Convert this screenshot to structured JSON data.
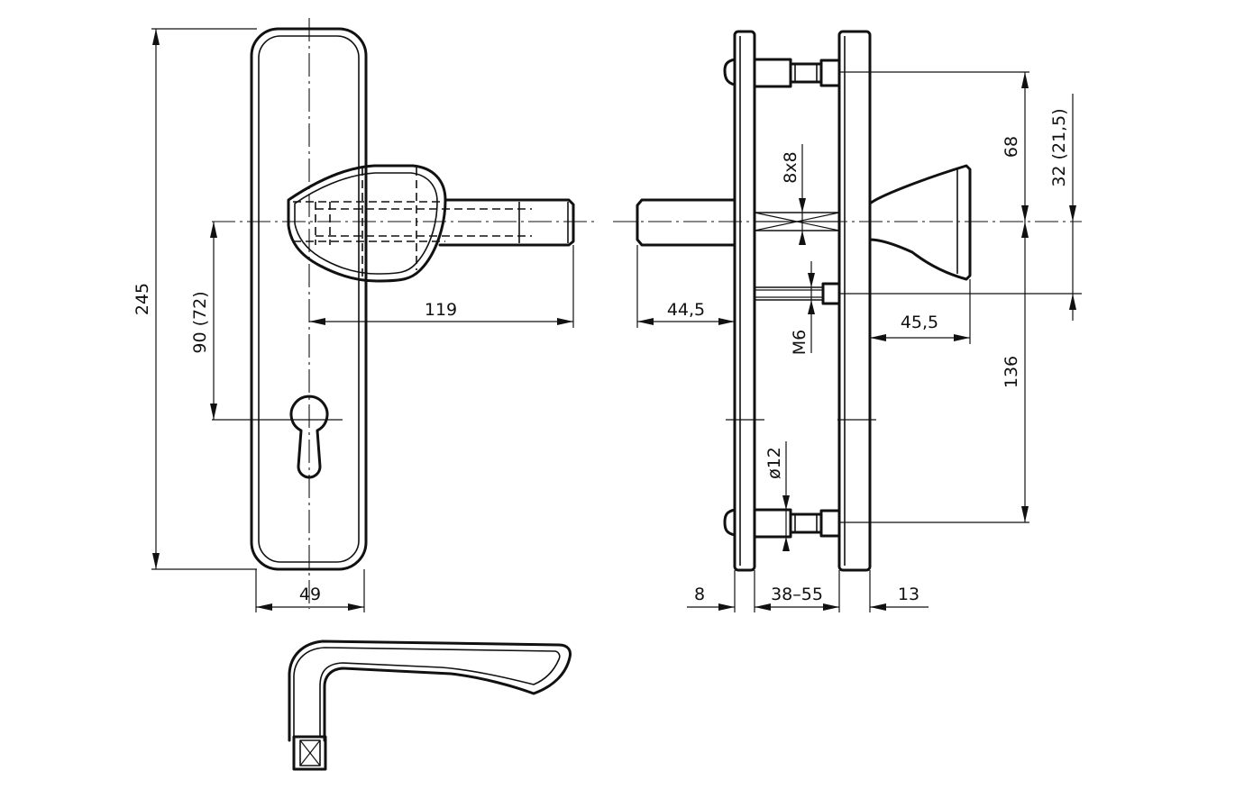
{
  "dimensions": {
    "plate_height": "245",
    "handle_height": "90 (72)",
    "lever_length": "119",
    "plate_width": "49",
    "spindle_projection": "44,5",
    "square_spindle": "8x8",
    "screw_thread": "M6",
    "knob_projection": "45,5",
    "upper_screw_offset": "68",
    "knob_offset": "32 (21,5)",
    "lower_screw_offset": "136",
    "screw_diameter": "ø12",
    "plate_thickness_outer": "8",
    "door_thickness": "38–55",
    "plate_thickness_inner": "13"
  }
}
